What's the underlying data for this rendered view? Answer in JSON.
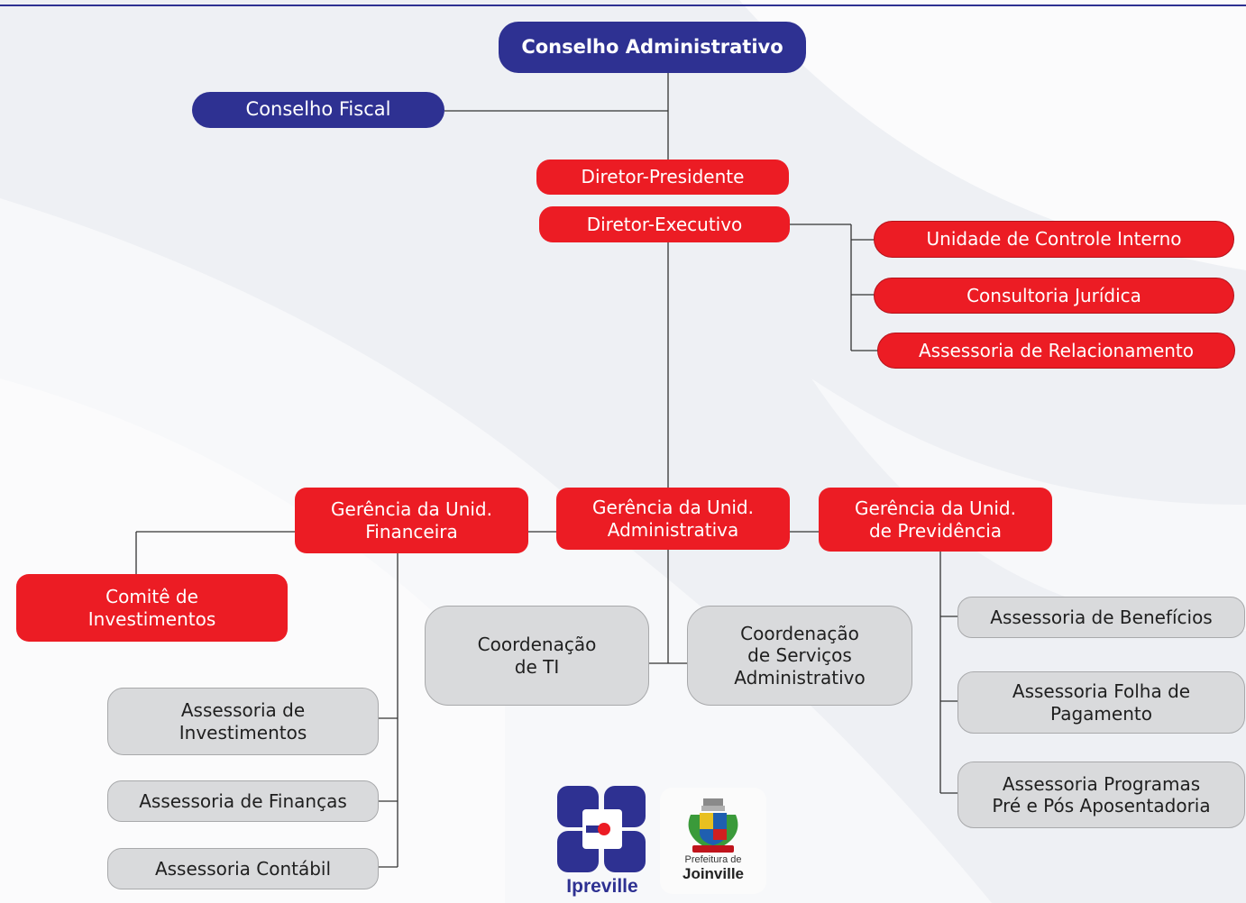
{
  "colors": {
    "navy": "#2e3192",
    "red": "#ec1c24",
    "gray": "#d9dadc"
  },
  "nodes": {
    "conselho_administrativo": "Conselho Administrativo",
    "conselho_fiscal": "Conselho Fiscal",
    "diretor_presidente": "Diretor-Presidente",
    "diretor_executivo": "Diretor-Executivo",
    "unidade_controle_interno": "Unidade de Controle Interno",
    "consultoria_juridica": "Consultoria Jurídica",
    "assessoria_relacionamento": "Assessoria de Relacionamento",
    "gerencia_financeira": "Gerência da Unid.\nFinanceira",
    "gerencia_administrativa": "Gerência da Unid.\nAdministrativa",
    "gerencia_previdencia": "Gerência da Unid.\nde Previdência",
    "comite_investimentos": "Comitê de\nInvestimentos",
    "coordenacao_ti": "Coordenação\nde TI",
    "coordenacao_servicos": "Coordenação\nde Serviços\nAdministrativo",
    "assessoria_investimentos": "Assessoria de\nInvestimentos",
    "assessoria_financas": "Assessoria de Finanças",
    "assessoria_contabil": "Assessoria Contábil",
    "assessoria_beneficios": "Assessoria de Benefícios",
    "assessoria_folha": "Assessoria Folha de\nPagamento",
    "assessoria_programas": "Assessoria Programas\nPré e Pós Aposentadoria"
  },
  "logos": {
    "ipreville": "Ipreville",
    "prefeitura_line1": "Prefeitura de",
    "prefeitura_line2": "Joinville"
  }
}
